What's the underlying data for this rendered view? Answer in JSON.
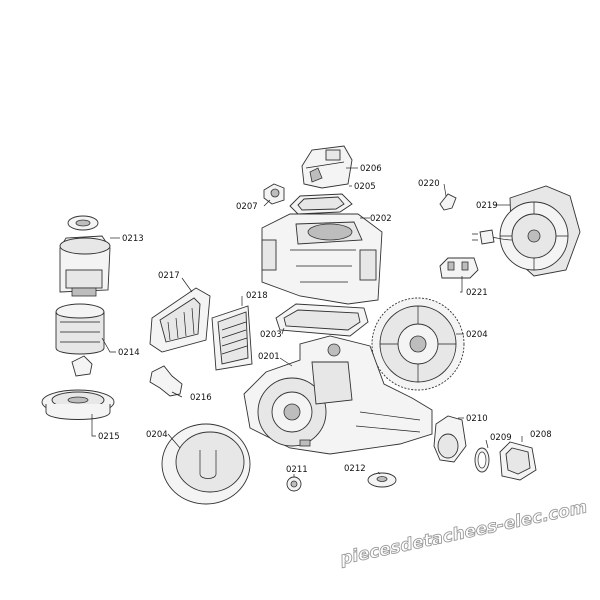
{
  "parts": [
    {
      "id": "0206",
      "label": "0206"
    },
    {
      "id": "0205",
      "label": "0205"
    },
    {
      "id": "0207",
      "label": "0207"
    },
    {
      "id": "0202",
      "label": "0202"
    },
    {
      "id": "0220",
      "label": "0220"
    },
    {
      "id": "0219",
      "label": "0219"
    },
    {
      "id": "0213",
      "label": "0213"
    },
    {
      "id": "0217",
      "label": "0217"
    },
    {
      "id": "0218",
      "label": "0218"
    },
    {
      "id": "0221",
      "label": "0221"
    },
    {
      "id": "0203",
      "label": "0203"
    },
    {
      "id": "0204a",
      "label": "0204"
    },
    {
      "id": "0214",
      "label": "0214"
    },
    {
      "id": "0201",
      "label": "0201"
    },
    {
      "id": "0216",
      "label": "0216"
    },
    {
      "id": "0215",
      "label": "0215"
    },
    {
      "id": "0210",
      "label": "0210"
    },
    {
      "id": "0204b",
      "label": "0204"
    },
    {
      "id": "0209",
      "label": "0209"
    },
    {
      "id": "0208",
      "label": "0208"
    },
    {
      "id": "0211",
      "label": "0211"
    },
    {
      "id": "0212",
      "label": "0212"
    }
  ],
  "watermark": "piecesdetachees-elec.com",
  "colors": {
    "outline": "#333333",
    "fill": "#f4f4f4",
    "watermark_stroke": "#9a9a9a"
  }
}
